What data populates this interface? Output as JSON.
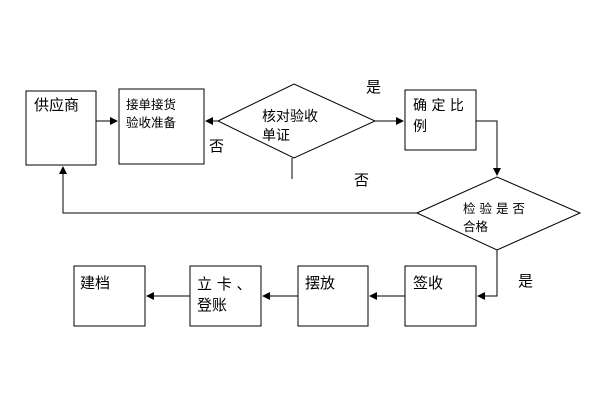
{
  "nodes": {
    "supplier": "供应商",
    "receive_prep_line1": "接单接货",
    "receive_prep_line2": "验收准备",
    "verify_line1": "核对验收",
    "verify_line2": "单证",
    "ratio_line1": "确 定 比",
    "ratio_line2": "例",
    "inspect_line1": "检 验 是 否",
    "inspect_line2": "合格",
    "sign": "签收",
    "place": "摆放",
    "card_line1": "立 卡 、",
    "card_line2": "登账",
    "archive": "建档"
  },
  "edges": {
    "verify_yes": "是",
    "verify_no": "否",
    "inspect_no": "否",
    "inspect_yes": "是"
  },
  "colors": {
    "stroke": "#000000",
    "background": "#ffffff"
  }
}
